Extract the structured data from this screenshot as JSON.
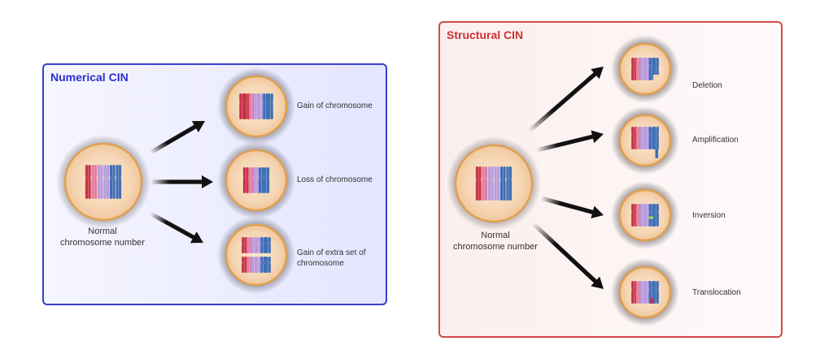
{
  "numerical": {
    "title": "Numerical CIN",
    "normal_label_line1": "Normal",
    "normal_label_line2": "chromosome number",
    "outcomes": [
      {
        "label": "Gain of chromosome"
      },
      {
        "label": "Loss of chromosome"
      },
      {
        "label_line1": "Gain of extra set of",
        "label_line2": "chromosome"
      }
    ]
  },
  "structural": {
    "title": "Structural CIN",
    "normal_label_line1": "Normal",
    "normal_label_line2": "chromosome number",
    "outcomes": [
      {
        "label": "Deletion"
      },
      {
        "label": "Amplification"
      },
      {
        "label": "Inversion"
      },
      {
        "label": "Translocation"
      }
    ]
  },
  "colors": {
    "numerical_border": "#3a3fcc",
    "structural_border": "#d24a4a",
    "chromosome_red": "#c8304a",
    "chromosome_pink": "#e07ba0",
    "chromosome_lavender": "#b89be0",
    "chromosome_blue": "#3d6fb8",
    "cell_fill": "#f8dcc0",
    "cell_ring": "#e0a050",
    "inversion_band": "#8fdc5a"
  }
}
